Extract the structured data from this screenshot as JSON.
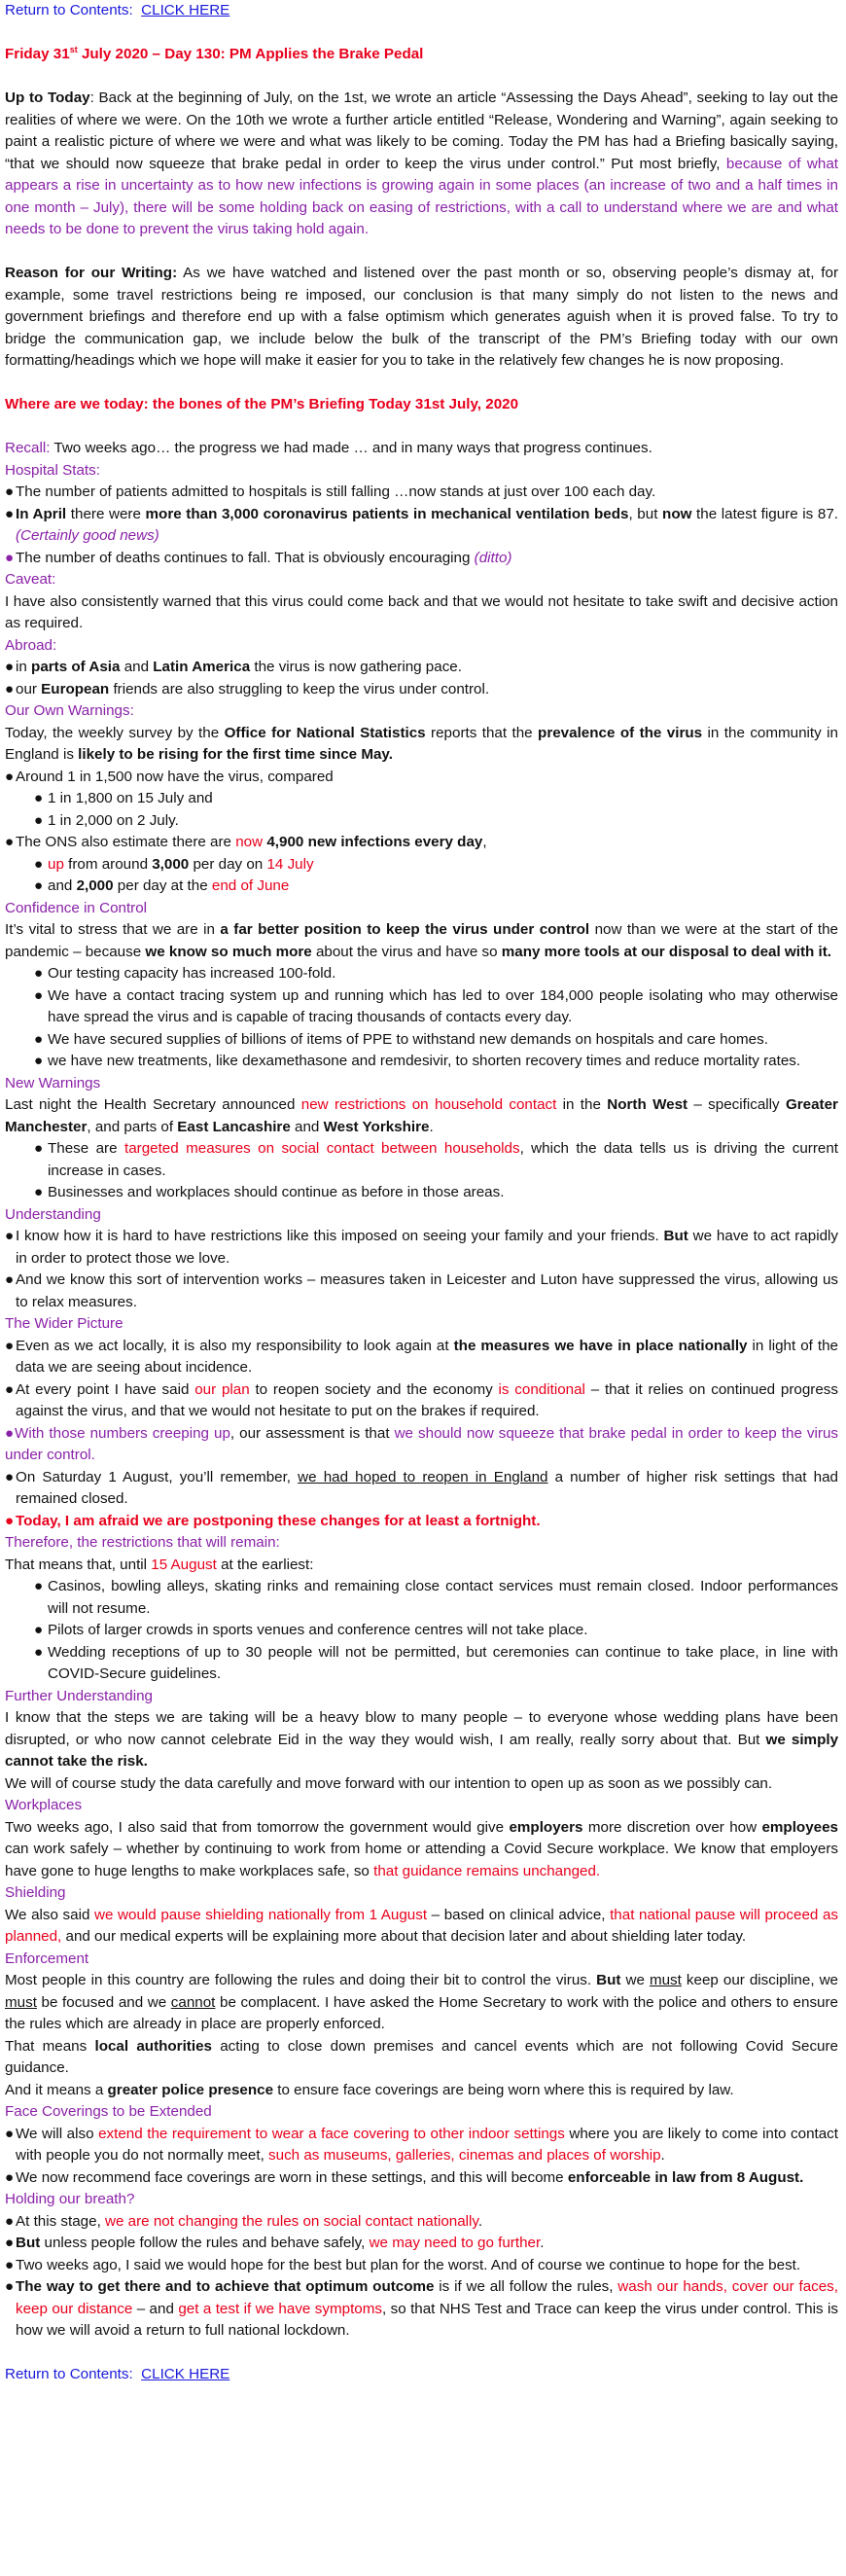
{
  "toc": {
    "label": "Return to Contents:",
    "link": "CLICK HERE"
  },
  "title": "Friday 31st July 2020 – Day 130: PM Applies the Brake Pedal",
  "intro": {
    "lead": "Up to Today",
    "p1": ": Back at the beginning of July, on the 1st, we wrote an article “Assessing the Days Ahead”, seeking to lay out the realities of where we were. On the 10th we wrote a further article entitled “Release, Wondering and Warning”, again seeking to paint a realistic picture of where we were and what was likely to be coming. Today the PM has had a Briefing basically saying, “that we should now squeeze that brake pedal in order to keep the virus under control.” Put most briefly, ",
    "p1_purple": "because of what appears a rise in uncertainty as to how new infections is growing again in some places (an increase of two and a half times in one month – July), there will be some holding back on easing of restrictions, with a call to understand where we are and what needs to be done to prevent the virus taking hold again."
  },
  "reason": {
    "lead": "Reason for our Writing:",
    "text": " As we have watched and listened over the past month or so, observing people’s dismay at, for example, some travel restrictions being re imposed, our conclusion is that many simply do not listen to the news and government briefings and therefore end up with a false optimism which generates aguish when it is proved false. To try to bridge the communication gap, we include below the bulk of the transcript of the PM’s Briefing today with our own formatting/headings which we hope will make it easier for you to take in the relatively few changes he is now proposing."
  },
  "bones_heading": "Where are we today: the bones of the PM’s Briefing Today 31st July, 2020",
  "recall": {
    "label": "Recall:",
    "text": " Two weeks ago… the progress we had made … and in many ways that progress continues."
  },
  "hospital": {
    "heading": "Hospital Stats:",
    "b1": "The number of patients admitted to hospitals is still falling …now stands at just over 100 each day.",
    "b2_a": "In April",
    "b2_b": " there were ",
    "b2_c": "more than 3,000 coronavirus patients in mechanical ventilation beds",
    "b2_d": ", but ",
    "b2_e": "now",
    "b2_f": " the latest figure is 87. ",
    "b2_g": "(Certainly good news)",
    "b3_a": "The number of deaths continues to fall. That is obviously encouraging ",
    "b3_b": "(ditto)"
  },
  "caveat": {
    "heading": "Caveat:",
    "text": "I have also consistently warned that this virus could come back and that we would not hesitate to take swift and decisive action as required."
  },
  "abroad": {
    "heading": "Abroad:",
    "b1_a": "in ",
    "b1_b": "parts of Asia",
    "b1_c": " and ",
    "b1_d": "Latin America",
    "b1_e": " the virus is now gathering pace.",
    "b2_a": "our ",
    "b2_b": "European",
    "b2_c": " friends are also struggling to keep the virus under control."
  },
  "warnings": {
    "heading": "Our Own Warnings:",
    "p_a": "Today, the weekly survey by the ",
    "p_b": "Office for National Statistics",
    "p_c": " reports that the ",
    "p_d": "prevalence of the virus",
    "p_e": " in the community in England is ",
    "p_f": "likely to be rising for the first time since May.",
    "b1": "Around 1 in 1,500 now have the virus, compared",
    "s1": "1 in 1,800 on 15 July and",
    "s2": "1 in 2,000 on 2 July.",
    "b2_a": "The ONS also estimate there are ",
    "b2_b": "now",
    "b2_c": " ",
    "b2_d": "4,900 new infections every day",
    "b2_e": ",",
    "s3_a": "up",
    "s3_b": " from around ",
    "s3_c": "3,000",
    "s3_d": " per day on ",
    "s3_e": "14 July",
    "s4_a": "and ",
    "s4_b": "2,000",
    "s4_c": " per day at the ",
    "s4_d": "end of June"
  },
  "confidence": {
    "heading": "Confidence in Control",
    "p_a": "It’s vital to stress that we are in ",
    "p_b": "a far better position to keep the virus under control",
    "p_c": " now than we were at the start of the pandemic – because ",
    "p_d": "we know so much more",
    "p_e": " about the virus and have so ",
    "p_f": "many more tools at our disposal to deal with it.",
    "s1": "Our testing capacity has increased 100-fold.",
    "s2": "We have a contact tracing system up and running which has led to over 184,000 people isolating who may otherwise have spread the virus and is capable of tracing thousands of contacts every day.",
    "s3": "We have secured supplies of billions of items of PPE to withstand new demands on hospitals and care homes.",
    "s4": "we have new treatments, like dexamethasone and remdesivir, to shorten recovery times and reduce mortality rates."
  },
  "new_warnings": {
    "heading": "New Warnings",
    "p_a": "Last night the Health Secretary announced ",
    "p_b": "new restrictions on household contact",
    "p_c": " in the ",
    "p_d": "North West",
    "p_e": " – specifically ",
    "p_f": "Greater Manchester",
    "p_g": ", and parts of ",
    "p_h": "East Lancashire",
    "p_i": " and ",
    "p_j": "West Yorkshire",
    "p_k": ".",
    "s1_a": "These are ",
    "s1_b": "targeted measures on social contact between households",
    "s1_c": ", which the data tells us is driving the current increase in cases.",
    "s2": "Businesses and workplaces should continue as before in those areas."
  },
  "understanding": {
    "heading": "Understanding",
    "b1_a": "I know how it is hard to have restrictions like this imposed on seeing your family and your friends. ",
    "b1_b": "But",
    "b1_c": " we have to act rapidly in order to protect those we love.",
    "b2": "And we know this sort of intervention works – measures taken in Leicester and Luton have suppressed the virus, allowing us to relax measures."
  },
  "wider": {
    "heading": "The Wider Picture",
    "b1_a": "Even as we act locally, it is also my responsibility to look again at ",
    "b1_b": "the measures we have in place nationally",
    "b1_c": " in light of the data we are seeing about incidence.",
    "b2_a": "At every point I have said ",
    "b2_b": "our plan",
    "b2_c": " to reopen society and the economy ",
    "b2_d": "is conditional",
    "b2_e": " – that it relies on continued progress against the virus, and that we would not hesitate to put on the brakes if required.",
    "b3_a": "With those numbers creeping up",
    "b3_b": ", our assessment is that ",
    "b3_c": "we should now squeeze that brake pedal in order to keep the virus under control.",
    "b4_a": "On Saturday 1 August, you’ll remember, ",
    "b4_b": "we had hoped to reopen in England",
    "b4_c": " a number of higher risk settings that had remained closed.",
    "b5": "Today, I am afraid we are postponing these changes for at least a fortnight."
  },
  "restrictions": {
    "heading": "Therefore, the restrictions that will remain:",
    "p_a": "That means that, until ",
    "p_b": "15 August",
    "p_c": " at the earliest:",
    "s1": "Casinos, bowling alleys, skating rinks and remaining close contact services must remain closed. Indoor performances will not resume.",
    "s2": "Pilots of larger crowds in sports venues and conference centres will not take place.",
    "s3": "Wedding receptions of up to 30 people will not be permitted, but ceremonies can continue to take place, in line with COVID-Secure guidelines."
  },
  "further": {
    "heading": "Further Understanding",
    "p1_a": "I know that the steps we are taking will be a heavy blow to many people – to everyone whose wedding plans have been disrupted, or who now cannot celebrate Eid in the way they would wish, I am really, really sorry about that. But ",
    "p1_b": "we simply cannot take the risk.",
    "p2": "We will of course study the data carefully and move forward with our intention to open up as soon as we possibly can."
  },
  "workplaces": {
    "heading": "Workplaces",
    "p_a": "Two weeks ago, I also said that from tomorrow the government would give ",
    "p_b": "employers",
    "p_c": " more discretion over how ",
    "p_d": "employees",
    "p_e": " can work safely – whether by continuing to work from home or attending a Covid Secure workplace. We know that employers have gone to huge lengths to make workplaces safe, so ",
    "p_f": "that guidance remains unchanged."
  },
  "shielding": {
    "heading": "Shielding",
    "p_a": "We also said ",
    "p_b": "we would pause shielding nationally from 1 August",
    "p_c": " – based on clinical advice, ",
    "p_d": "that national pause will proceed as planned,",
    "p_e": " and our medical experts will be explaining more about that decision later and about shielding later today."
  },
  "enforcement": {
    "heading": "Enforcement",
    "p1_a": "Most people in this country are following the rules and doing their bit to control the virus. ",
    "p1_b": "But",
    "p1_c": " we ",
    "p1_d": "must",
    "p1_e": " keep our discipline, we ",
    "p1_f": "must",
    "p1_g": " be focused and we ",
    "p1_h": "cannot",
    "p1_i": " be complacent. I have asked the Home Secretary to work with the police and others to ensure the rules which are already in place are properly enforced.",
    "p2_a": "That means ",
    "p2_b": "local authorities",
    "p2_c": " acting to close down premises and cancel events which are not following Covid Secure guidance.",
    "p3_a": "And it means a ",
    "p3_b": "greater police presence",
    "p3_c": " to ensure face coverings are being worn where this is required by law."
  },
  "face": {
    "heading": "Face Coverings to be Extended",
    "b1_a": "We will also ",
    "b1_b": "extend the requirement to wear a face covering to other indoor settings",
    "b1_c": " where you are likely to come into contact with people you do not normally meet, ",
    "b1_d": "such as museums, galleries, cinemas and places of worship",
    "b1_e": ".",
    "b2_a": "We now recommend face coverings are worn in these settings, and this will become ",
    "b2_b": "enforceable in law from 8 August."
  },
  "breath": {
    "heading": "Holding our breath?",
    "b1_a": "At this stage, ",
    "b1_b": "we are not changing the rules on social contact nationally",
    "b1_c": ".",
    "b2_a": "But",
    "b2_b": " unless people follow the rules and behave safely, ",
    "b2_c": "we may need to go further",
    "b2_d": ".",
    "b3": "Two weeks ago, I said we would hope for the best but plan for the worst. And of course we continue to hope for the best.",
    "b4_a": "The way to get there and to achieve that optimum outcome",
    "b4_b": " is if we all follow the rules, ",
    "b4_c": "wash our hands, cover our faces, keep our distance",
    "b4_d": " – and ",
    "b4_e": "get a test if we have symptoms",
    "b4_f": ", so that NHS Test and Trace can keep the virus under control.  This is how we will avoid a return to full national lockdown."
  },
  "bullet": "●",
  "colors": {
    "link": "#1a1adb",
    "red": "#e8001c",
    "purple": "#8a22a8"
  }
}
